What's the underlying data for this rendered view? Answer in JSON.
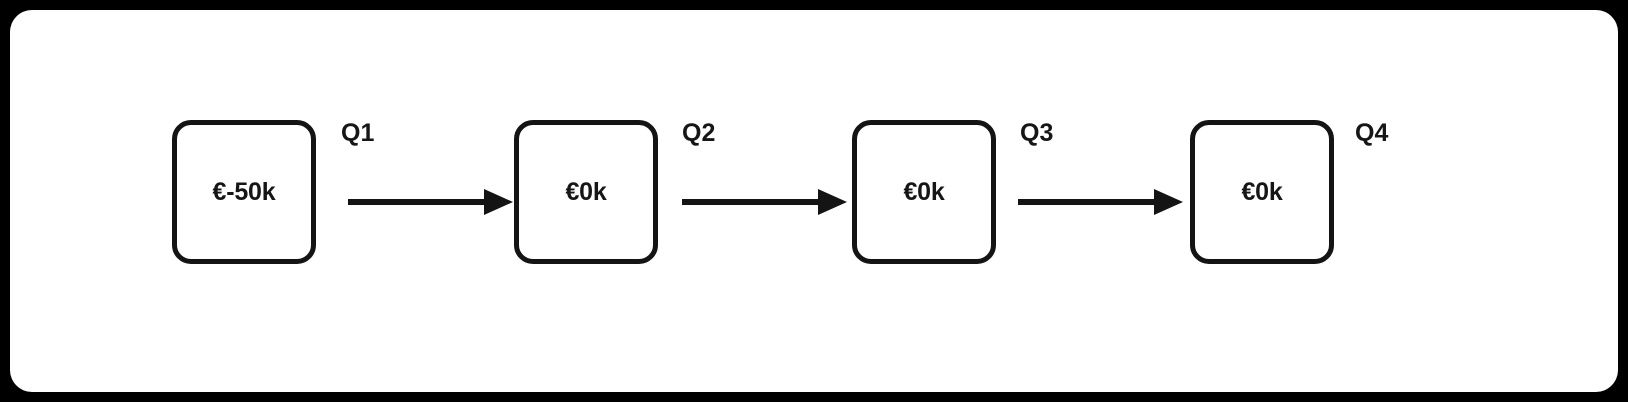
{
  "diagram": {
    "type": "horizontal-flow",
    "title": "",
    "frame": {
      "outer_color": "#000000",
      "panel_color": "#ffffff"
    },
    "style": {
      "node_stroke_color": "#141414",
      "node_fill_color": "#ffffff",
      "text_color": "#161616",
      "arrow_color": "#141414"
    },
    "nodes": [
      {
        "id": "n1",
        "label": "€-50k"
      },
      {
        "id": "n2",
        "label": "€0k"
      },
      {
        "id": "n3",
        "label": "€0k"
      },
      {
        "id": "n4",
        "label": "€0k"
      }
    ],
    "edges": [
      {
        "id": "e1",
        "label": "Q1",
        "from": "n1",
        "to": "n2"
      },
      {
        "id": "e2",
        "label": "Q2",
        "from": "n2",
        "to": "n3"
      },
      {
        "id": "e3",
        "label": "Q3",
        "from": "n3",
        "to": "n4"
      }
    ],
    "trailing_labels": [
      {
        "id": "t1",
        "label": "Q4"
      }
    ]
  }
}
